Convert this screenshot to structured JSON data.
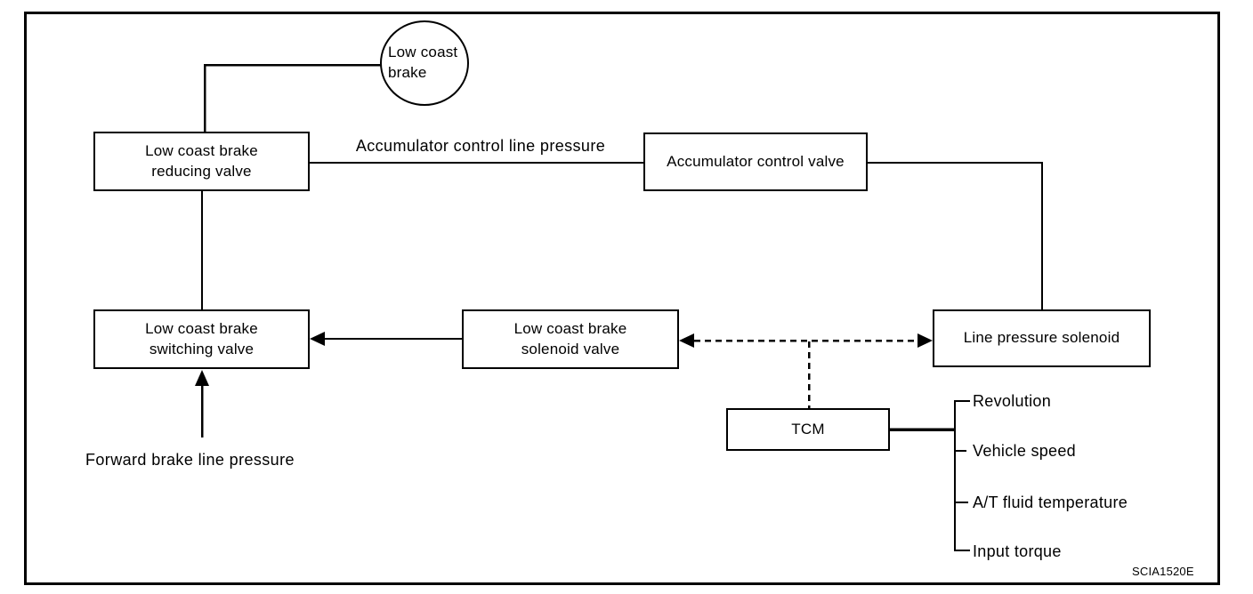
{
  "diagram": {
    "circle": {
      "label": "Low coast\nbrake"
    },
    "boxes": {
      "reducing_valve": "Low coast brake\nreducing valve",
      "accumulator_valve": "Accumulator control valve",
      "switching_valve": "Low coast brake\nswitching valve",
      "solenoid_valve": "Low coast brake\nsolenoid valve",
      "line_pressure_solenoid": "Line pressure solenoid",
      "tcm": "TCM"
    },
    "edge_labels": {
      "accumulator_line": "Accumulator control line pressure",
      "forward_brake": "Forward brake line pressure"
    },
    "tcm_inputs": [
      "Revolution",
      "Vehicle speed",
      "A/T fluid temperature",
      "Input torque"
    ],
    "figure_code": "SCIA1520E",
    "colors": {
      "line": "#000000",
      "background": "#ffffff"
    }
  }
}
